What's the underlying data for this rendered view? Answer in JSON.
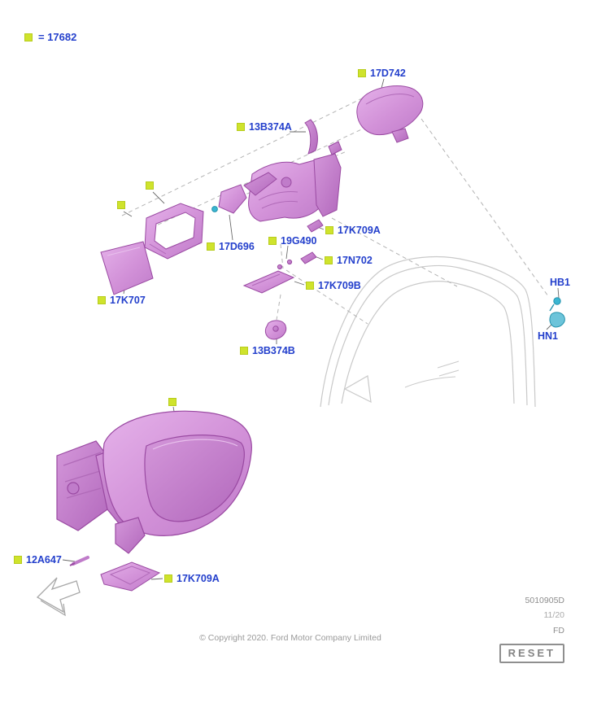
{
  "legend": {
    "text": "= 17682",
    "swatch_meaning": "part included in assembly 17682"
  },
  "labels": {
    "p17D742": "17D742",
    "p13B374A": "13B374A",
    "p17D696": "17D696",
    "p17K709A_upper": "17K709A",
    "p19G490": "19G490",
    "p17N702": "17N702",
    "p17K709B": "17K709B",
    "p17K707": "17K707",
    "p13B374B": "13B374B",
    "pHB1": "HB1",
    "pHN1": "HN1",
    "p12A647": "12A647",
    "p17K709A_lower": "17K709A"
  },
  "footer": {
    "copyright": "© Copyright 2020. Ford Motor Company Limited",
    "doc_number": "5010905D",
    "doc_date": "11/20",
    "doc_code": "FD",
    "reset_label": "RESET"
  },
  "colors": {
    "label_blue": "#2440cc",
    "swatch_yellow_green": "#cfe32c",
    "part_pink": "#d291d8",
    "part_pink_dark": "#b465be",
    "part_outline": "#9a4aa2",
    "hardware_teal": "#3ab6d2",
    "door_outline_gray": "#c9c9c9"
  }
}
